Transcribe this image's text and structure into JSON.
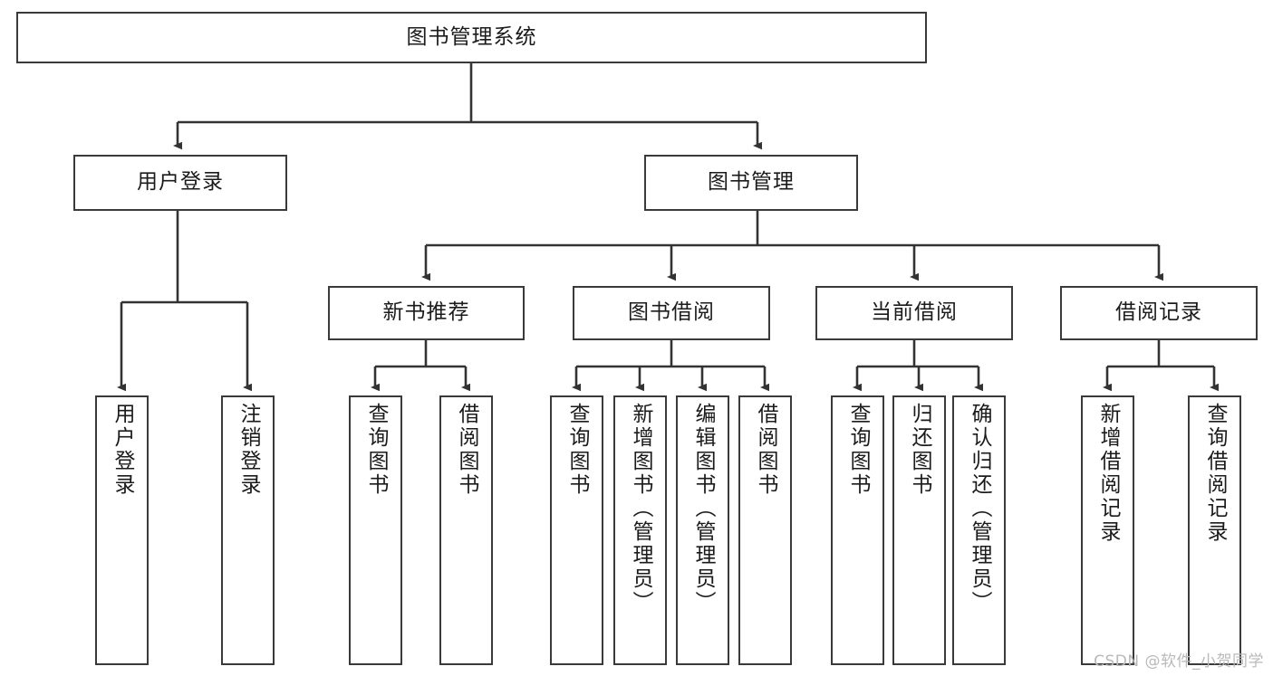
{
  "diagram": {
    "type": "tree-hierarchy-chart",
    "title": "图书管理系统",
    "root": {
      "label": "图书管理系统"
    },
    "level2": [
      {
        "label": "用户登录"
      },
      {
        "label": "图书管理"
      }
    ],
    "level3": [
      {
        "label": "新书推荐"
      },
      {
        "label": "图书借阅"
      },
      {
        "label": "当前借阅"
      },
      {
        "label": "借阅记录"
      }
    ],
    "leaves": {
      "user_login": [
        {
          "label": "用户登录"
        },
        {
          "label": "注销登录"
        }
      ],
      "new_book_recommend": [
        {
          "label": "查询图书"
        },
        {
          "label": "借阅图书"
        }
      ],
      "book_borrow": [
        {
          "label": "查询图书"
        },
        {
          "label": "新增图书（管理员）"
        },
        {
          "label": "编辑图书（管理员）"
        },
        {
          "label": "借阅图书"
        }
      ],
      "current_borrow": [
        {
          "label": "查询图书"
        },
        {
          "label": "归还图书"
        },
        {
          "label": "确认归还（管理员）"
        }
      ],
      "borrow_record": [
        {
          "label": "新增借阅记录"
        },
        {
          "label": "查询借阅记录"
        }
      ]
    }
  },
  "watermark": {
    "text": "CSDN @软件_小贺同学"
  },
  "colors": {
    "border": "#3a3a3a",
    "background": "#ffffff",
    "text": "#1b1b1b",
    "connector": "#333333",
    "watermark": "#b9b9b9"
  }
}
